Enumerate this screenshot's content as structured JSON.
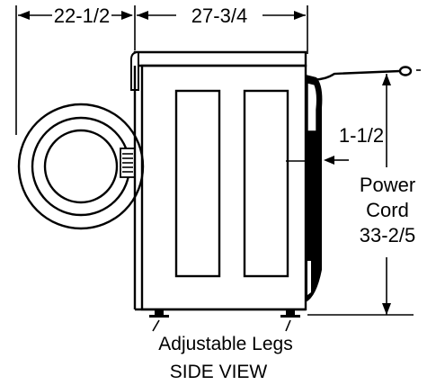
{
  "dimensions": {
    "door_depth": "22-1/2",
    "cabinet_depth": "27-3/4",
    "rear_clearance": "1-1/2"
  },
  "power_cord": {
    "line1": "Power",
    "line2": "Cord",
    "line3": "33-2/5"
  },
  "legs_label": "Adjustable Legs",
  "view_title": "SIDE VIEW"
}
